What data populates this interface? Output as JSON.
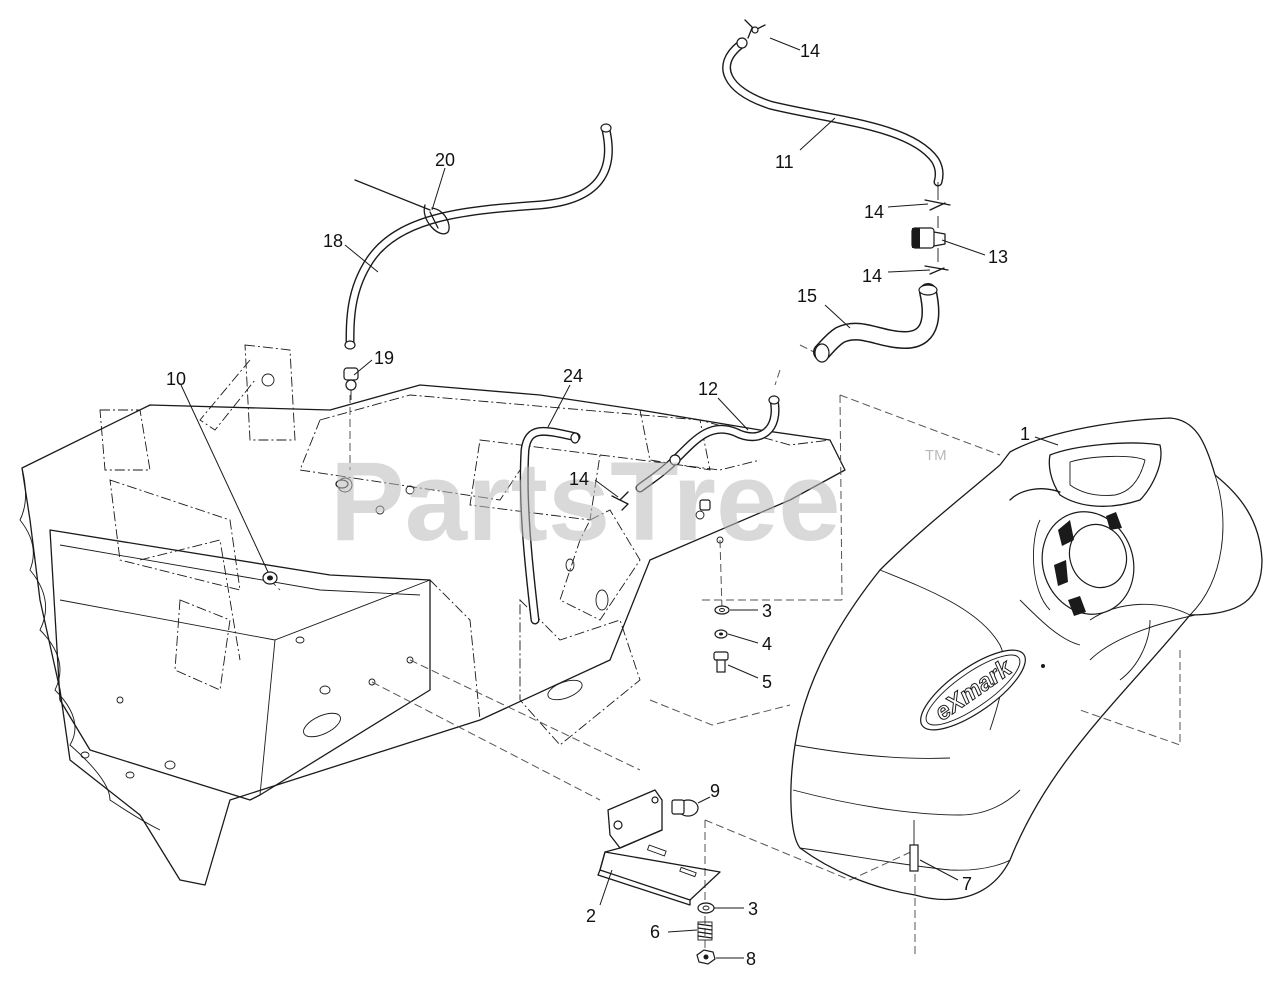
{
  "watermark": {
    "text": "PartsTree",
    "trademark": "TM"
  },
  "tank_logo": "eXmark",
  "callouts": [
    {
      "id": "c-14-top",
      "label": "14"
    },
    {
      "id": "c-11",
      "label": "11"
    },
    {
      "id": "c-14-a",
      "label": "14"
    },
    {
      "id": "c-13",
      "label": "13"
    },
    {
      "id": "c-14-b",
      "label": "14"
    },
    {
      "id": "c-15",
      "label": "15"
    },
    {
      "id": "c-20",
      "label": "20"
    },
    {
      "id": "c-18",
      "label": "18"
    },
    {
      "id": "c-19",
      "label": "19"
    },
    {
      "id": "c-10",
      "label": "10"
    },
    {
      "id": "c-24",
      "label": "24"
    },
    {
      "id": "c-12",
      "label": "12"
    },
    {
      "id": "c-14-c",
      "label": "14"
    },
    {
      "id": "c-1",
      "label": "1"
    },
    {
      "id": "c-3-a",
      "label": "3"
    },
    {
      "id": "c-4",
      "label": "4"
    },
    {
      "id": "c-5",
      "label": "5"
    },
    {
      "id": "c-9",
      "label": "9"
    },
    {
      "id": "c-7",
      "label": "7"
    },
    {
      "id": "c-2",
      "label": "2"
    },
    {
      "id": "c-3-b",
      "label": "3"
    },
    {
      "id": "c-6",
      "label": "6"
    },
    {
      "id": "c-8",
      "label": "8"
    }
  ]
}
